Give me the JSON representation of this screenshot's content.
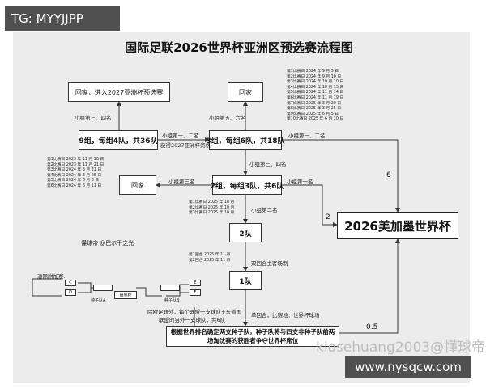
{
  "watermark_top": "TG: MYYJJPP",
  "watermark_bottom": "www.nysqcw.com",
  "overlay_text": "kiosehuang2003@懂球帝",
  "title": "国际足联2026世界杯亚洲区预选赛流程图",
  "boxes": {
    "home_2027": "回家，进入2027亚洲杯预选赛",
    "home_r3": "回家",
    "home_r2": "回家",
    "r1_groups": "9组，每组4队，共36队",
    "r2_groups": "3组，每组6队，共18队",
    "r3_groups": "2组，每组3队，共6队",
    "r4_teams": "2队",
    "r5_team": "1队",
    "worldcup": "2026美加墨世界杯",
    "final_note": "根据世界排名确定两支种子队，种子队将与四支非种子队前两场淘汰赛的获胜者争夺世界杯席位"
  },
  "labels": {
    "r1_down": "小组第三、四名",
    "r1_up_a": "小组第一、二名",
    "r1_up_b": "获得2027亚洲杯资格",
    "r2_up": "小组第五、六名",
    "r2_right": "小组第一、二名",
    "r2_down": "小组第三、四名",
    "r3_left": "小组第三名",
    "r3_right": "小组第一名",
    "r3_down": "小组第二名",
    "r4_down": "双回合主客场制",
    "r5_down": "单回合，比赛地：世界杯球场",
    "bottom_note_a": "除欧足联外，每个联盟一支球队+东道国",
    "bottom_note_b": "联盟的另外一支球队，共6队",
    "playoff_title": "洲际附加赛:",
    "credit": "懂球帝 @巴尔干之光",
    "n6": "6",
    "n2": "2",
    "n05": "0.5"
  },
  "schedules": {
    "r2": [
      "第1比赛日 2024 年 9 月 5 日",
      "第2比赛日 2024 年 9 月 10 日",
      "第3比赛日 2024 年 10 月 10 日",
      "第4比赛日 2024 年 10 月 15 日",
      "第5比赛日 2024 年 11 月 14 日",
      "第6比赛日 2024 年 11 月 19 日",
      "第7比赛日 2025 年 3 月 20 日",
      "第8比赛日 2025 年 3 月 25 日",
      "第9比赛日 2025 年 6 月 5 日",
      "第10比赛日 2025 年 6 月 10 日"
    ],
    "r1": [
      "第1比赛日 2023 年 11 月 16 日",
      "第2比赛日 2023 年 11 月 21 日",
      "第3比赛日 2024 年 3 月 21 日",
      "第4比赛日 2024 年 3 月 26 日",
      "第5比赛日 2024 年 6 月 6 日",
      "第6比赛日 2024 年 6 月 11 日"
    ],
    "r3": [
      "第1比赛日 2025 年 10 月",
      "第2比赛日 2025 年 10 月",
      "第3比赛日 2025 年 10 月"
    ],
    "r4": [
      "第1回合 2025 年 11 月",
      "第2回合 2025 年 11 月"
    ]
  },
  "playoff": {
    "c": "C",
    "d": "D",
    "e": "E",
    "f": "F",
    "seed_a": "种子队A",
    "seed_b": "种子队B",
    "world_cup": "世界杯"
  }
}
